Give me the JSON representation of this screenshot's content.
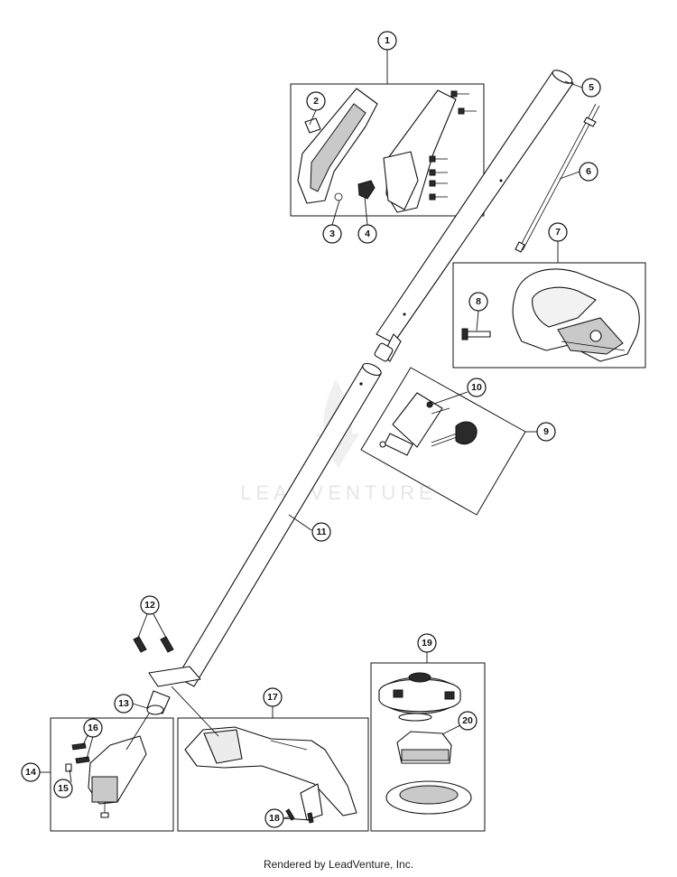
{
  "callouts": {
    "c1": "1",
    "c2": "2",
    "c3": "3",
    "c4": "4",
    "c5": "5",
    "c6": "6",
    "c7": "7",
    "c8": "8",
    "c9": "9",
    "c10": "10",
    "c11": "11",
    "c12": "12",
    "c13": "13",
    "c14": "14",
    "c15": "15",
    "c16": "16",
    "c17": "17",
    "c18": "18",
    "c19": "19",
    "c20": "20"
  },
  "watermark": "LEADVENTURE",
  "footer": "Rendered by LeadVenture, Inc."
}
